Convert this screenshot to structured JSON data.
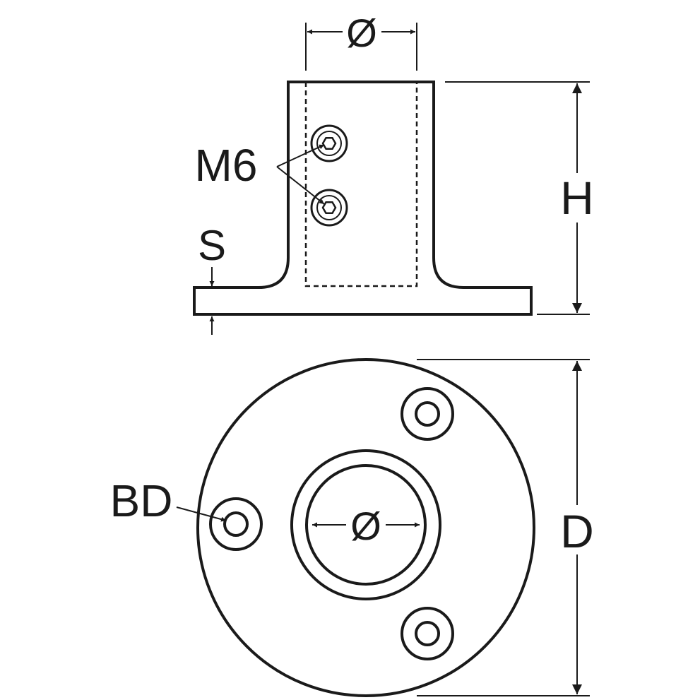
{
  "labels": {
    "top_diameter": "Ø",
    "screws": "M6",
    "height": "H",
    "thickness": "S",
    "base_holes": "BD",
    "base_diameter": "D",
    "bottom_diameter": "Ø"
  }
}
